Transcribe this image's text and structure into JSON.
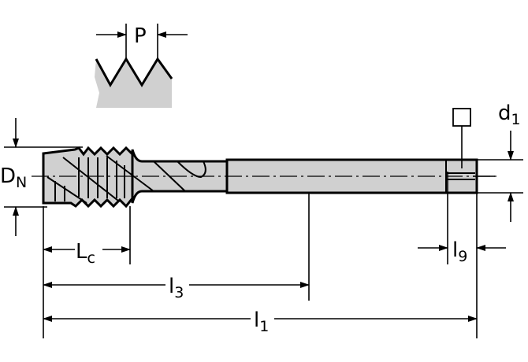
{
  "labels": {
    "pitch": "P",
    "nominal_diameter": {
      "main": "D",
      "sub": "N"
    },
    "chamfer_length": {
      "main": "L",
      "sub": "c"
    },
    "neck_length": {
      "main": "l",
      "sub": "3"
    },
    "overall_length": {
      "main": "l",
      "sub": "1"
    },
    "square_length": {
      "main": "l",
      "sub": "9"
    },
    "shank_diameter": {
      "main": "d",
      "sub": "1"
    }
  },
  "colors": {
    "body_fill": "#d0d0d0",
    "line": "#000000"
  }
}
